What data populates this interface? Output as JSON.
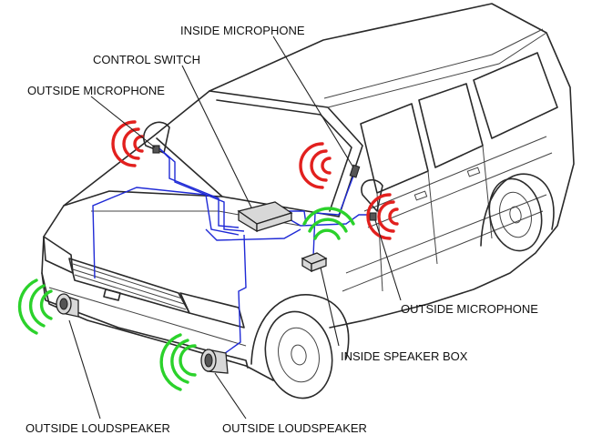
{
  "labels": {
    "inside_microphone": "INSIDE MICROPHONE",
    "control_switch": "CONTROL SWITCH",
    "outside_microphone_left": "OUTSIDE MICROPHONE",
    "outside_microphone_right": "OUTSIDE MICROPHONE",
    "inside_speaker_box": "INSIDE SPEAKER BOX",
    "outside_loudspeaker_left": "OUTSIDE LOUDSPEAKER",
    "outside_loudspeaker_right": "OUTSIDE LOUDSPEAKER"
  },
  "colors": {
    "microphone_waves": "#e2201e",
    "speaker_waves": "#2bd22b",
    "wiring": "#1f2ad6",
    "vehicle_outline": "#2a2a2a"
  }
}
